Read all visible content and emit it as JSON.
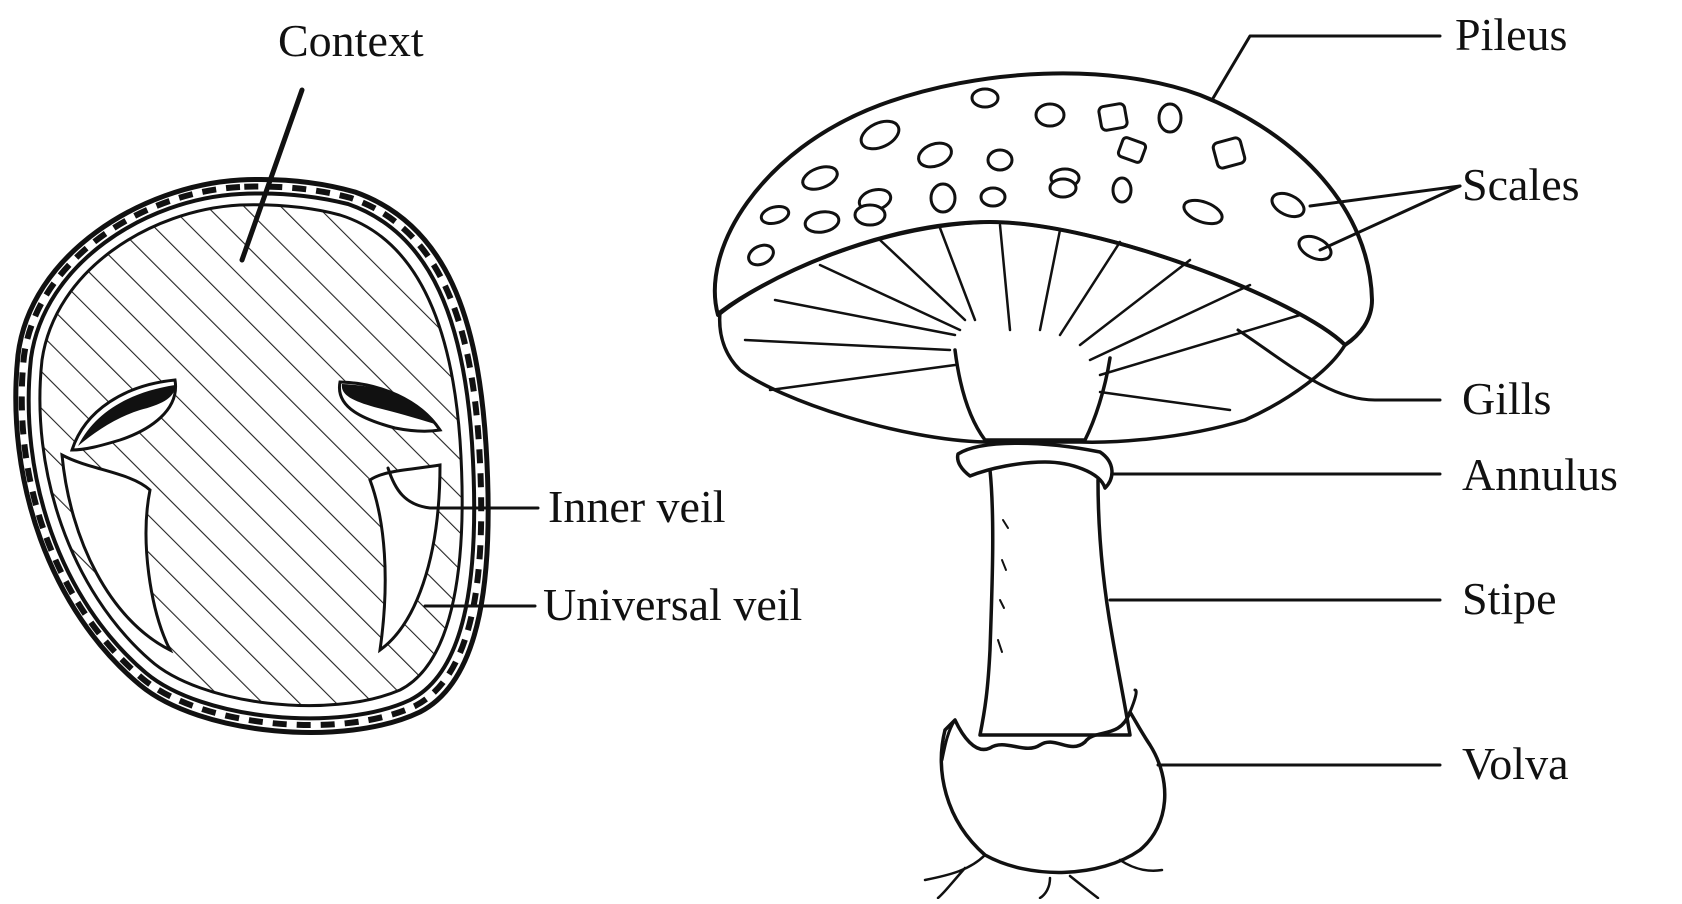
{
  "labels": {
    "context": "Context",
    "inner_veil": "Inner veil",
    "universal_veil": "Universal veil",
    "pileus": "Pileus",
    "scales": "Scales",
    "gills": "Gills",
    "annulus": "Annulus",
    "stipe": "Stipe",
    "volva": "Volva"
  },
  "colors": {
    "ink": "#111111",
    "background": "#ffffff"
  }
}
